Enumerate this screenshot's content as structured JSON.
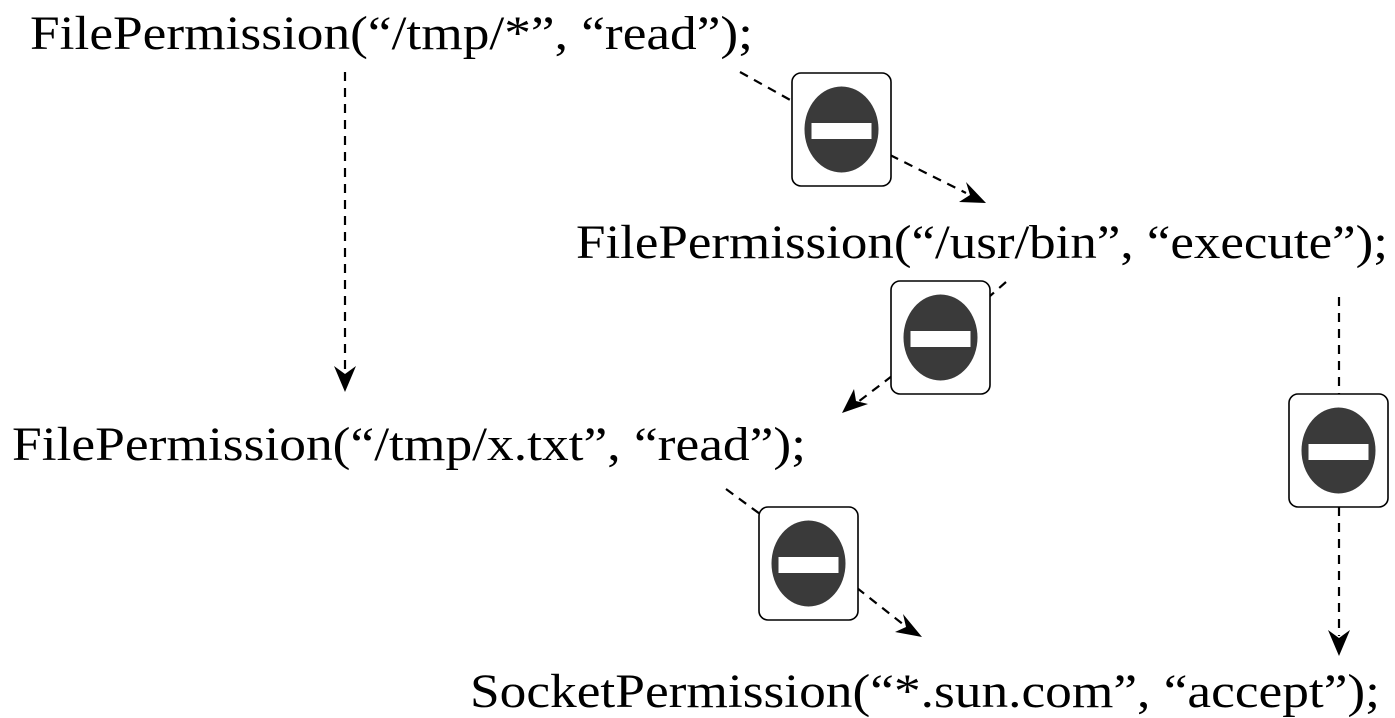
{
  "permissions": {
    "tmp_all_read": "FilePermission(“/tmp/*”, “read”);",
    "usr_bin_execute": "FilePermission(“/usr/bin”, “execute”);",
    "tmp_x_txt_read": "FilePermission(“/tmp/x.txt”, “read”);",
    "socket_accept": "SocketPermission(“*.sun.com”, “accept”);"
  },
  "edges": [
    {
      "from": "tmp_all_read",
      "to": "tmp_x_txt_read",
      "blocked": false
    },
    {
      "from": "tmp_all_read",
      "to": "usr_bin_execute",
      "blocked": true
    },
    {
      "from": "usr_bin_execute",
      "to": "tmp_x_txt_read",
      "blocked": true
    },
    {
      "from": "usr_bin_execute",
      "to": "socket_accept",
      "blocked": true
    },
    {
      "from": "tmp_x_txt_read",
      "to": "socket_accept",
      "blocked": true
    }
  ],
  "icons": {
    "blocked_marker": "no-entry-icon"
  },
  "colors": {
    "text": "#000000",
    "no_entry_disc": "#3a3a3a",
    "no_entry_bar": "#ffffff"
  }
}
